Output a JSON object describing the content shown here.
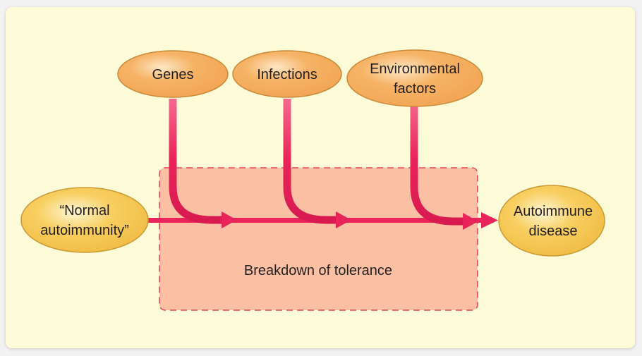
{
  "diagram": {
    "factors": [
      {
        "id": "genes",
        "lines": [
          "Genes"
        ]
      },
      {
        "id": "infections",
        "lines": [
          "Infections"
        ]
      },
      {
        "id": "environmental-factors",
        "lines": [
          "Environmental",
          "factors"
        ]
      }
    ],
    "start_node": {
      "lines": [
        "“Normal",
        "autoimmunity”"
      ]
    },
    "end_node": {
      "lines": [
        "Autoimmune",
        "disease"
      ]
    },
    "region_label": "Breakdown of tolerance",
    "colors": {
      "background": "#fefbd9",
      "factor_fill": "#f5b162",
      "node_fill": "#f6c85a",
      "arrow": "#e8245a",
      "region_fill": "#fbbfa4",
      "region_border": "#e8425a"
    }
  }
}
